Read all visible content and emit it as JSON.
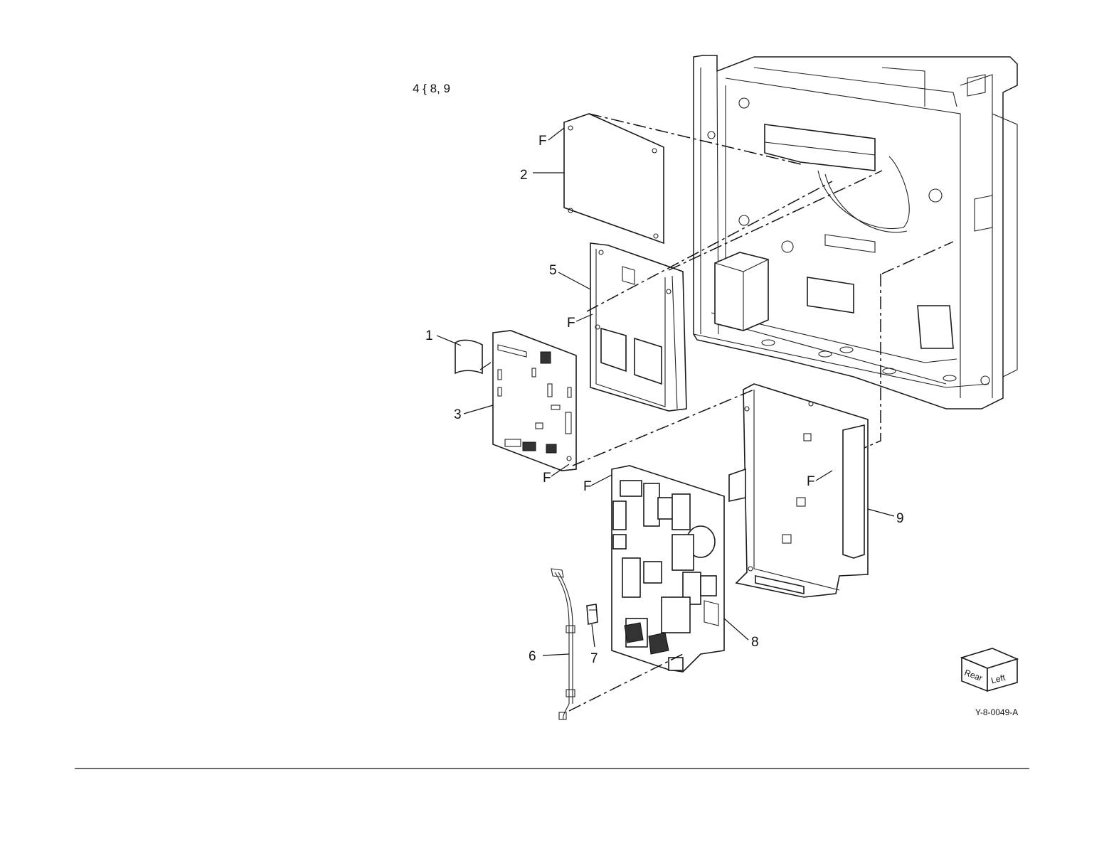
{
  "note": "4 { 8, 9",
  "callouts": {
    "c1": "1",
    "c2": "2",
    "c3": "3",
    "c5": "5",
    "c6": "6",
    "c7": "7",
    "c8": "8",
    "c9": "9"
  },
  "fasteners": {
    "f_label": "F"
  },
  "orientation": {
    "rear": "Rear",
    "left": "Left"
  },
  "figure_id": "Y-8-0049-A"
}
